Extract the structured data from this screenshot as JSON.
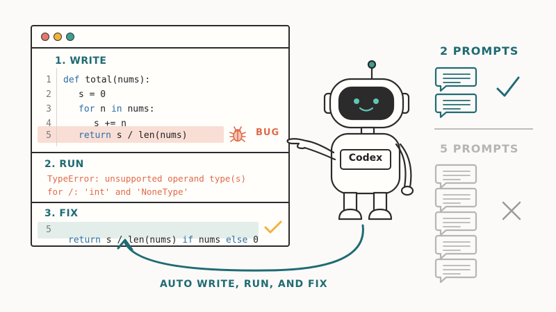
{
  "sections": {
    "write": "1. WRITE",
    "run": "2. RUN",
    "fix": "3. FIX"
  },
  "code": {
    "lines": [
      {
        "num": "1",
        "text": "def total(nums):"
      },
      {
        "num": "2",
        "text": "s = 0"
      },
      {
        "num": "3",
        "text": "for n in nums:"
      },
      {
        "num": "4",
        "text": "s += n"
      },
      {
        "num": "5",
        "text": "return s / len(nums)"
      }
    ],
    "bug_label": "BUG"
  },
  "run": {
    "error_line1": "TypeError: unsupported operand type(s)",
    "error_line2": "for /: 'int' and 'NoneType'"
  },
  "fix": {
    "line_num": "5",
    "code_return": "return",
    "code_mid": "s / len(nums)",
    "code_if": "if",
    "code_cond": "nums",
    "code_else": "else",
    "code_zero": "0"
  },
  "robot": {
    "label": "Codex"
  },
  "caption": "AUTO WRITE, RUN, AND FIX",
  "prompts": {
    "good": {
      "title": "2 PROMPTS",
      "count": 2,
      "color": "#1f6b73"
    },
    "bad": {
      "title": "5 PROMPTS",
      "count": 5,
      "color": "#b5b5b5"
    }
  },
  "colors": {
    "accent": "#1f6b73",
    "bug": "#e06a48",
    "check": "#f0b43a",
    "keyword": "#2c6fa6"
  }
}
